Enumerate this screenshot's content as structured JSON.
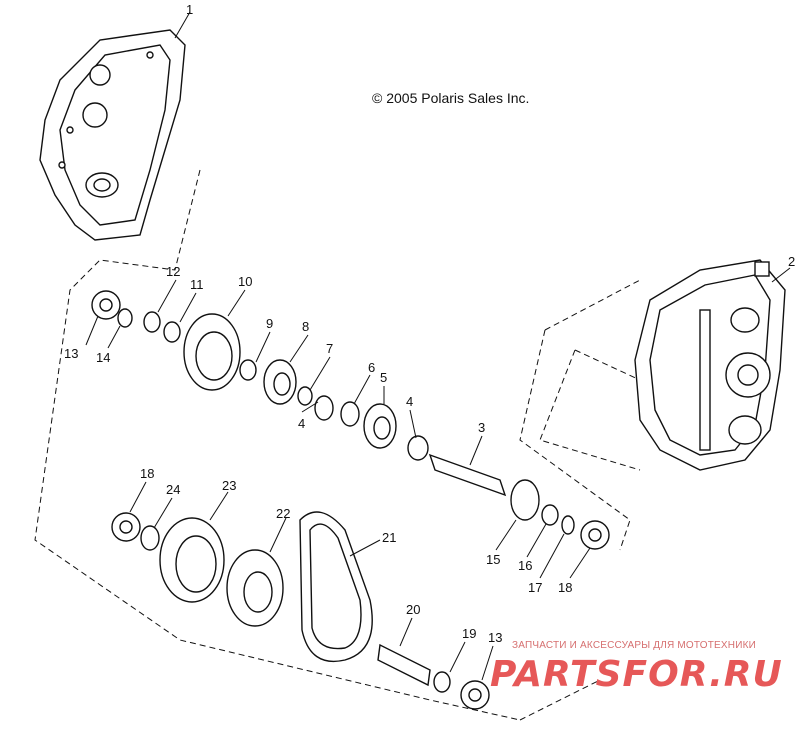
{
  "copyright": "© 2005 Polaris Sales Inc.",
  "watermark": {
    "subtitle": "ЗАПЧАСТИ И АКСЕССУАРЫ ДЛЯ МОТОТЕХНИКИ",
    "logo": "PARTSFOR.RU"
  },
  "callouts": [
    {
      "id": "c1",
      "label": "1"
    },
    {
      "id": "c2",
      "label": "2"
    },
    {
      "id": "c3",
      "label": "3"
    },
    {
      "id": "c4a",
      "label": "4"
    },
    {
      "id": "c4b",
      "label": "4"
    },
    {
      "id": "c5",
      "label": "5"
    },
    {
      "id": "c6",
      "label": "6"
    },
    {
      "id": "c7",
      "label": "7"
    },
    {
      "id": "c8",
      "label": "8"
    },
    {
      "id": "c9",
      "label": "9"
    },
    {
      "id": "c10",
      "label": "10"
    },
    {
      "id": "c11",
      "label": "11"
    },
    {
      "id": "c12",
      "label": "12"
    },
    {
      "id": "c13a",
      "label": "13"
    },
    {
      "id": "c13b",
      "label": "13"
    },
    {
      "id": "c14",
      "label": "14"
    },
    {
      "id": "c15",
      "label": "15"
    },
    {
      "id": "c16",
      "label": "16"
    },
    {
      "id": "c17",
      "label": "17"
    },
    {
      "id": "c18a",
      "label": "18"
    },
    {
      "id": "c18b",
      "label": "18"
    },
    {
      "id": "c19",
      "label": "19"
    },
    {
      "id": "c20",
      "label": "20"
    },
    {
      "id": "c21",
      "label": "21"
    },
    {
      "id": "c22",
      "label": "22"
    },
    {
      "id": "c23",
      "label": "23"
    },
    {
      "id": "c24",
      "label": "24"
    }
  ]
}
